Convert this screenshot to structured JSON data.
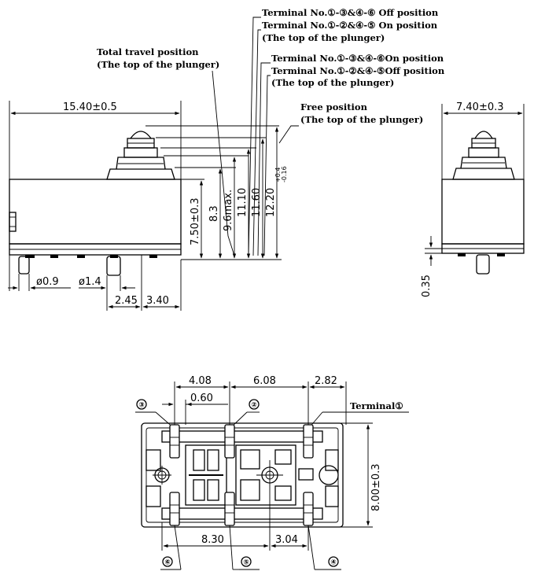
{
  "notes": {
    "terminal_off_a": "Terminal No.①-③&④-⑥ Off position",
    "terminal_on_a": "Terminal No.①-②&④-⑤ On position",
    "plunger_a": "(The top of the plunger)",
    "terminal_on_b": "Terminal No.①-③&④-⑥On position",
    "terminal_off_b": "Terminal No.①-②&④-⑤Off position",
    "plunger_b": "(The top of the plunger)",
    "total_travel": "Total travel position",
    "total_travel_sub": "(The top of the plunger)",
    "free_position": "Free position",
    "free_position_sub": "(The top of the plunger)",
    "terminal_1": "Terminal①"
  },
  "dims": {
    "overall_width": "15.40±0.5",
    "side_width": "7.40±0.3",
    "body_height": "7.50±0.3",
    "h_8_3": "8.3",
    "h_9_6": "9.6max.",
    "h_11_10": "11.10",
    "h_11_60": "11.60",
    "h_12_20": "12.20",
    "h_12_20_tol_plus": "+0.4",
    "h_12_20_tol_minus": "-0.16",
    "pin_dia_a": "ø0.9",
    "pin_dia_b": "ø1.4",
    "off_2_45": "2.45",
    "off_3_40": "3.40",
    "foot_0_35": "0.35",
    "top_4_08": "4.08",
    "top_6_08": "6.08",
    "top_2_82": "2.82",
    "top_0_60": "0.60",
    "bot_8_30": "8.30",
    "bot_3_04": "3.04",
    "depth_8_00": "8.00±0.3"
  },
  "callouts": {
    "c2": "②",
    "c3": "③",
    "c4": "④",
    "c5": "⑤",
    "c6": "⑥"
  }
}
